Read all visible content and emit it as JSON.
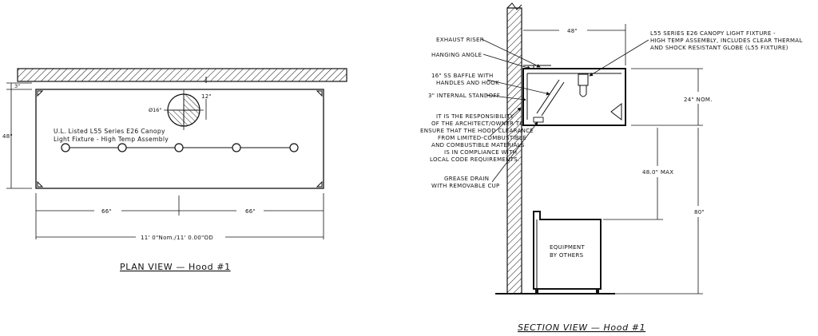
{
  "plan": {
    "dim_48": "48\"",
    "dim_3": "3\"",
    "dim_12": "12\"",
    "dia_16": "Ø16\"",
    "fixture_label_1": "U.L. Listed L55 Series E26 Canopy",
    "fixture_label_2": "Light Fixture - High Temp Assembly",
    "dim_66_left": "66\"",
    "dim_66_right": "66\"",
    "overall": "11' 0\"Nom./11' 0.00\"OD",
    "title": "PLAN VIEW  —  Hood #1"
  },
  "section": {
    "dim_48_top": "48\"",
    "fixture_note_1": "L55 SERIES E26 CANOPY LIGHT FIXTURE -",
    "fixture_note_2": "HIGH TEMP ASSEMBLY, INCLUDES CLEAR THERMAL",
    "fixture_note_3": "AND SHOCK RESISTANT GLOBE (L55 FIXTURE)",
    "exhaust_riser": "EXHAUST RISER",
    "hanging_angle": "HANGING ANGLE",
    "baffle_1": "16\" SS BAFFLE WITH",
    "baffle_2": "HANDLES AND HOOK",
    "standoff": "3\" INTERNAL STANDOFF",
    "resp_1": "IT IS THE RESPONSIBILITY",
    "resp_2": "OF THE ARCHITECT/OWNER TO",
    "resp_3": "ENSURE THAT THE HOOD CLEARANCE",
    "resp_4": "FROM LIMITED-COMBUSTIBLE",
    "resp_5": "AND COMBUSTIBLE MATERIALS",
    "resp_6": "IS IN COMPLIANCE WITH",
    "resp_7": "LOCAL CODE REQUIREMENTS.",
    "grease_1": "GREASE DRAIN",
    "grease_2": "WITH REMOVABLE CUP",
    "dim_24": "24\" NOM.",
    "dim_48_max": "48.0\" MAX",
    "dim_80": "80\"",
    "equip_1": "EQUIPMENT",
    "equip_2": "BY OTHERS",
    "title": "SECTION VIEW  —  Hood #1"
  }
}
